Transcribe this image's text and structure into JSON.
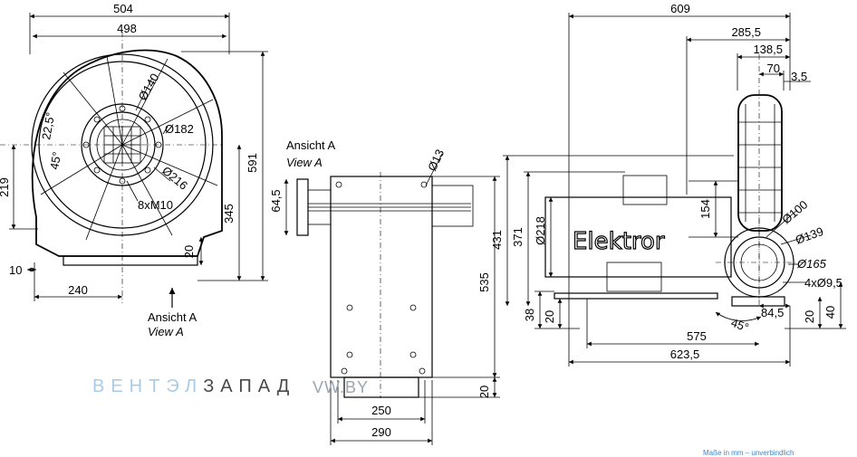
{
  "front_view": {
    "dims": {
      "width_outer": "504",
      "width_inner": "498",
      "height_total": "591",
      "height_345": "345",
      "height_219": "219",
      "d140": "Ø140",
      "d182": "Ø182",
      "d216": "Ø216",
      "thread": "8xM10",
      "angle_22": "22,5°",
      "angle_45": "45°",
      "foot_20": "20",
      "offset_10": "10",
      "base_240": "240"
    },
    "view_label": "Ansicht A",
    "view_label_en": "View A"
  },
  "side_view": {
    "view_label": "Ansicht A",
    "view_label_en": "View A",
    "dims": {
      "d13": "Ø13",
      "d645": "64,5",
      "h535": "535",
      "d20": "20",
      "w250": "250",
      "w290": "290"
    }
  },
  "right_view": {
    "brand_text": "Elektror",
    "dims": {
      "w609": "609",
      "w2855": "285,5",
      "w1385": "138,5",
      "w70": "70",
      "w35": "3,5",
      "h431": "431",
      "h371": "371",
      "d218": "Ø218",
      "h154": "154",
      "d100": "Ø100",
      "d139": "Ø139",
      "d165": "Ø165",
      "holes": "4xØ9,5",
      "h38": "38",
      "h20a": "20",
      "angle45": "45°",
      "w845": "84,5",
      "h20b": "20",
      "h40": "40",
      "w575": "575",
      "w6235": "623,5"
    }
  },
  "watermark": {
    "part1": "ВЕНТЭЛ",
    "part2": "ЗАПАД",
    "site": "VW.BY"
  },
  "footnote": "Maße in mm – unverbindlich"
}
